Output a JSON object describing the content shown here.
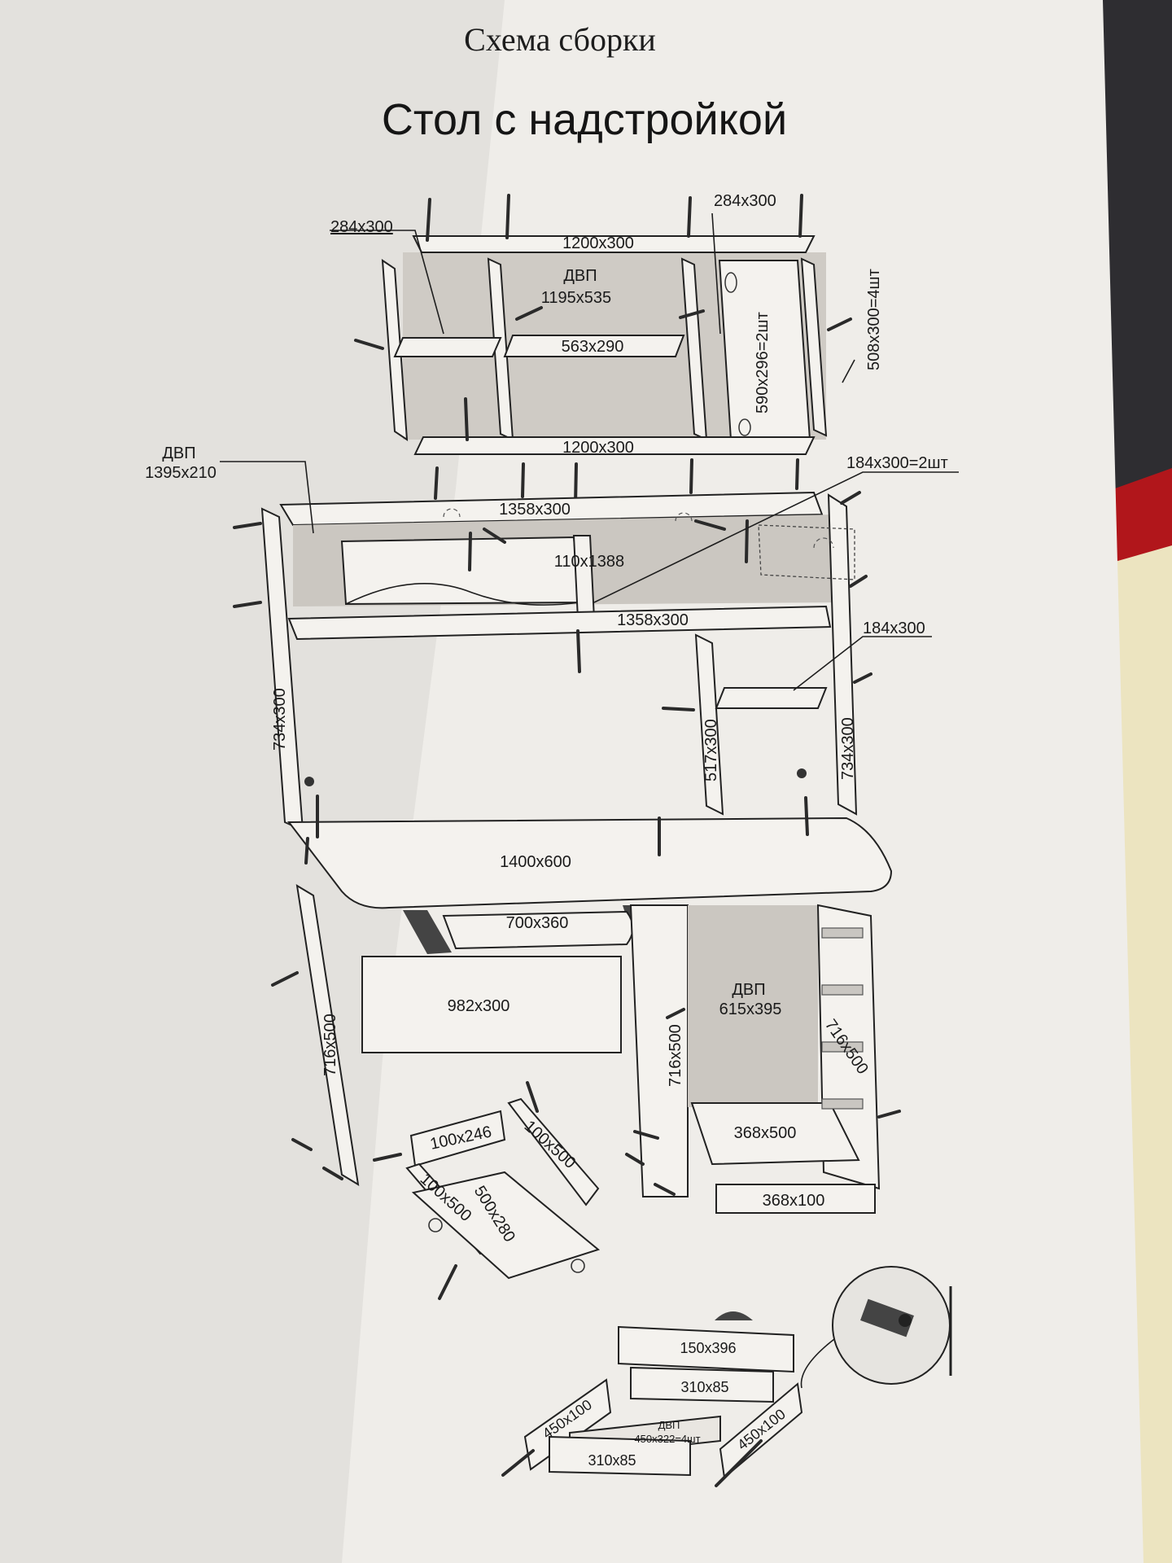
{
  "header": {
    "subtitle": "Схема сборки",
    "title": "Стол с надстройкой"
  },
  "parts": {
    "top_left_shelf": "284x300",
    "top_right_shelf": "284x300",
    "top_board": "1200x300",
    "dvp_back_top_name": "ДВП",
    "dvp_back_top_size": "1195x535",
    "middle_shelf": "563x290",
    "vertical_divider": "590x296=2шт",
    "side_uprights": "508x300=4шт",
    "lower_board_upper_unit": "1200x300",
    "dvp_left_name": "ДВП",
    "dvp_left_size": "1395x210",
    "small_shelves": "184x300=2шт",
    "board_1358_top": "1358x300",
    "cross_rail": "110x1388",
    "board_1358_bottom": "1358x300",
    "small_shelf_right": "184x300",
    "left_side": "734x300",
    "right_side": "734x300",
    "mid_upright": "517x300",
    "desk_top": "1400x600",
    "keyboard_tray": "700x360",
    "front_panel": "982x300",
    "dvp_pedestal_name": "ДВП",
    "dvp_pedestal_size": "615x395",
    "left_leg": "716x500",
    "pedestal_inner": "716x500",
    "pedestal_outer": "716x500",
    "pedestal_shelf": "368x500",
    "plinth": "368x100",
    "stand_back": "100x246",
    "stand_side_right": "100x500",
    "stand_side_left": "100x500",
    "stand_base": "500x280",
    "drawer_front": "150x396",
    "drawer_back": "310x85",
    "drawer_side_left": "450x100",
    "drawer_side_right": "450x100",
    "drawer_bottom_name": "ДВП",
    "drawer_bottom_size": "450x322=4шт",
    "drawer_inner": "310x85"
  }
}
